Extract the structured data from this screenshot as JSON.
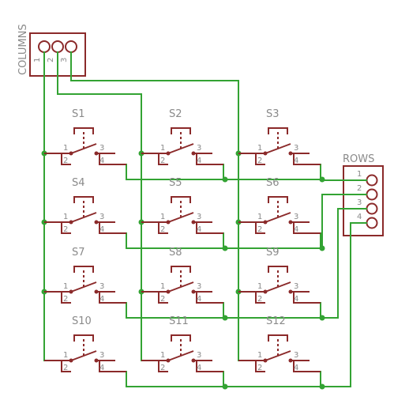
{
  "colors": {
    "wire": "#33a333",
    "symbol": "#8b2a2a",
    "label": "#8a8a8a",
    "background": "#ffffff"
  },
  "connectors": {
    "columns": {
      "label": "COLUMNS",
      "pins": [
        "1",
        "2",
        "3"
      ]
    },
    "rows": {
      "label": "ROWS",
      "pins": [
        "1",
        "2",
        "3",
        "4"
      ]
    }
  },
  "switches": [
    "S1",
    "S2",
    "S3",
    "S4",
    "S5",
    "S6",
    "S7",
    "S8",
    "S9",
    "S10",
    "S11",
    "S12"
  ],
  "switch_pins": [
    "1",
    "2",
    "3",
    "4"
  ],
  "grid": {
    "columns": 3,
    "rows": 4
  }
}
